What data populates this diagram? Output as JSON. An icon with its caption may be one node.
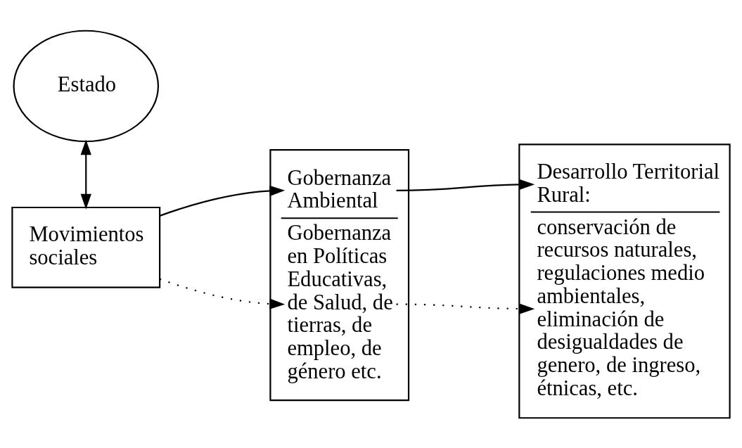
{
  "diagram": {
    "nodes": [
      {
        "text": [
          "Estado"
        ]
      },
      {
        "text": [
          "Movimientos sociales"
        ]
      },
      {
        "text": [
          "Gobernanza Ambiental",
          "Gobernanza en Políticas Educativas, de Salud, de tierras, de empleo, de género etc."
        ]
      },
      {
        "text": [
          "Desarrollo Territorial Rural:",
          "conservación de recursos naturales, regulaciones medio ambientales, eliminación de desigualdades de genero, de ingreso, étnicas, etc."
        ]
      }
    ],
    "edges": [
      {
        "from": 0,
        "to": 1,
        "arrow": "both"
      },
      {
        "from": 1,
        "to": 2,
        "arrow": "to"
      },
      {
        "from": 1,
        "to": 2,
        "arrow": "to",
        "style": "dashed"
      },
      {
        "from": 2,
        "to": 3,
        "arrow": "to"
      },
      {
        "from": 2,
        "to": 3,
        "arrow": "to",
        "style": "dashed"
      }
    ]
  }
}
